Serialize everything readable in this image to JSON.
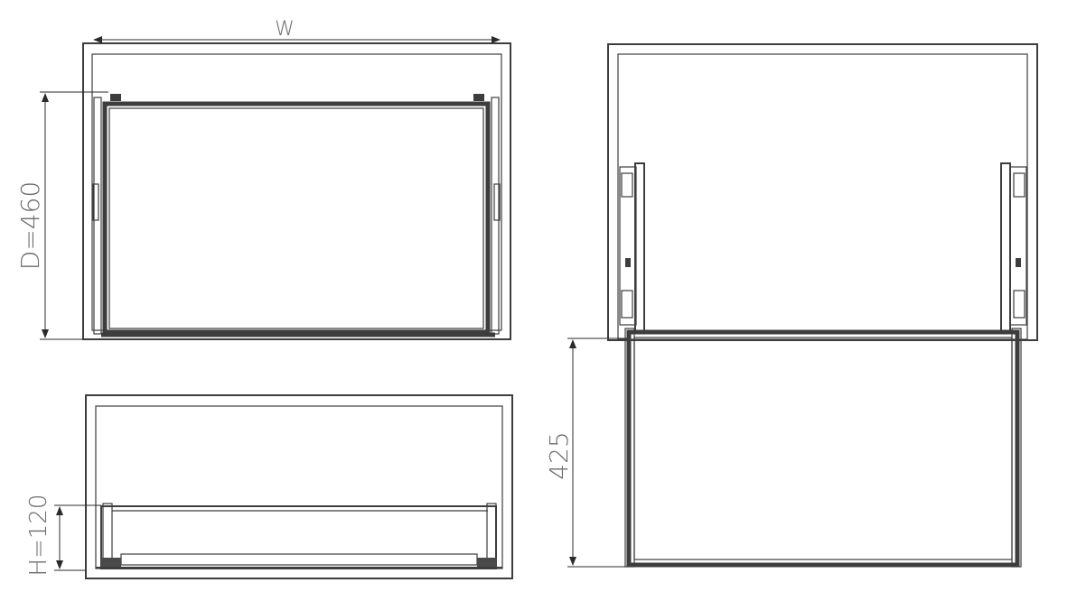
{
  "labels": {
    "width": "W",
    "depth": "D=460",
    "height": "H=120",
    "extension": "425"
  },
  "colors": {
    "line": "#3d3d3d",
    "text": "#6b6b6b",
    "background": "#ffffff"
  }
}
